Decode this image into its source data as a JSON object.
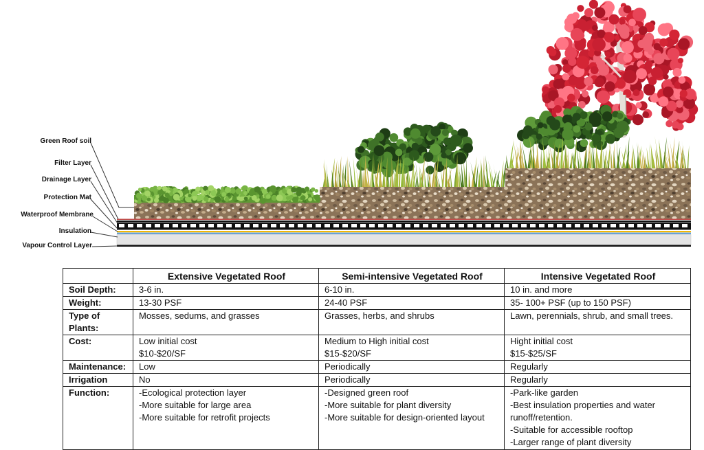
{
  "diagram": {
    "layer_labels": [
      "Green Roof soil",
      "Filter Layer",
      "Drainage Layer",
      "Protection Mat",
      "Waterproof Membrane",
      "Insulation",
      "Vapour Control Layer"
    ]
  },
  "table": {
    "columns": [
      "Extensive Vegetated Roof",
      "Semi-intensive Vegetated Roof",
      "Intensive Vegetated Roof"
    ],
    "rows": [
      {
        "label": "Soil Depth:",
        "cells": [
          [
            "3-6 in."
          ],
          [
            "6-10 in."
          ],
          [
            "10 in. and more"
          ]
        ]
      },
      {
        "label": "Weight:",
        "cells": [
          [
            "13-30 PSF"
          ],
          [
            "24-40 PSF"
          ],
          [
            "35- 100+ PSF (up to 150 PSF)"
          ]
        ]
      },
      {
        "label": "Type of Plants:",
        "cells": [
          [
            "Mosses, sedums, and grasses"
          ],
          [
            "Grasses, herbs, and shrubs"
          ],
          [
            "Lawn, perennials, shrub, and small trees."
          ]
        ]
      },
      {
        "label": "Cost:",
        "cells": [
          [
            "Low initial cost",
            "$10-$20/SF"
          ],
          [
            "Medium to High initial cost",
            "$15-$20/SF"
          ],
          [
            "Hight initial cost",
            "$15-$25/SF"
          ]
        ]
      },
      {
        "label": "Maintenance:",
        "cells": [
          [
            "Low"
          ],
          [
            "Periodically"
          ],
          [
            "Regularly"
          ]
        ]
      },
      {
        "label": "Irrigation",
        "cells": [
          [
            "No"
          ],
          [
            "Periodically"
          ],
          [
            "Regularly"
          ]
        ]
      },
      {
        "label": "Function:",
        "cells": [
          [
            "-Ecological protection layer",
            "-More suitable for large area",
            "-More suitable for retrofit projects"
          ],
          [
            "-Designed green roof",
            "-More suitable for plant diversity",
            "-More suitable for design-oriented layout"
          ],
          [
            "-Park-like garden",
            "-Best insulation properties and water runoff/retention.",
            "-Suitable for accessible rooftop",
            "-Larger range of plant diversity"
          ]
        ]
      }
    ]
  },
  "colors": {
    "foliage": "#d42535",
    "shrub": "#2d5a1d",
    "grass": "#86a932",
    "sedum": "#78b444",
    "filter_layer": "#c0504d",
    "drainage": "#111111",
    "yellow_layer": "#f2b705",
    "blue_layer": "#5b9bd5",
    "insulation": "#e4e4e4"
  }
}
